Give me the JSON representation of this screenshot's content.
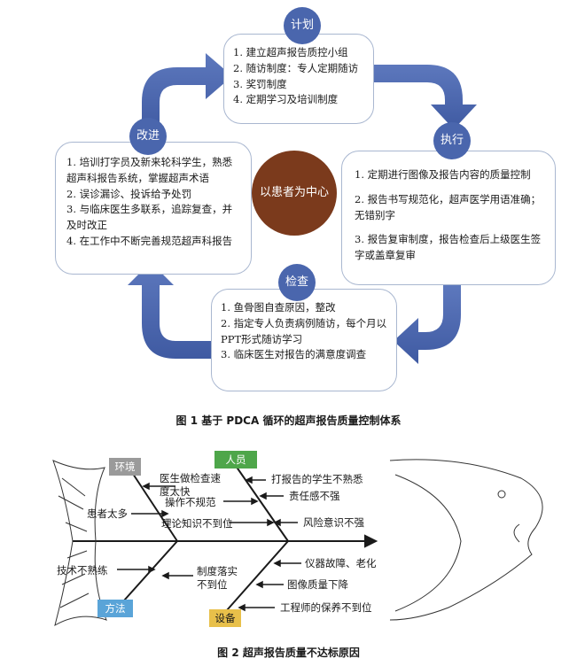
{
  "figure1": {
    "caption": "图 1   基于 PDCA 循环的超声报告质量控制体系",
    "center": "以患者为中心",
    "plan": {
      "tag": "计划",
      "items": [
        "1. 建立超声报告质控小组",
        "2. 随访制度：专人定期随访",
        "3. 奖罚制度",
        "4. 定期学习及培训制度"
      ]
    },
    "do": {
      "tag": "执行",
      "items": [
        "1. 定期进行图像及报告内容的质量控制",
        "2. 报告书写规范化，超声医学用语准确；无错别字",
        "3. 报告复审制度，报告检查后上级医生签字或盖章复审"
      ]
    },
    "check": {
      "tag": "检查",
      "items": [
        "1. 鱼骨图自查原因，整改",
        "2. 指定专人负责病例随访，每个月以PPT形式随访学习",
        "3. 临床医生对报告的满意度调查"
      ]
    },
    "act": {
      "tag": "改进",
      "items": [
        "1. 培训打字员及新来轮科学生，熟悉超声科报告系统，掌握超声术语",
        "2. 误诊漏诊、投诉给予处罚",
        "3. 与临床医生多联系，追踪复查，并及时改正",
        "4. 在工作中不断完善规范超声科报告"
      ]
    },
    "colors": {
      "arrow": "#4a66ad",
      "border": "#a9b7d0",
      "center": "#7b3a1c"
    }
  },
  "figure2": {
    "caption": "图 2   超声报告质量不达标原因",
    "categories": {
      "env": {
        "label": "环境",
        "color": "#9a9a9a"
      },
      "people": {
        "label": "人员",
        "color": "#4ea64a"
      },
      "method": {
        "label": "方法",
        "color": "#5aa4d8"
      },
      "equipment": {
        "label": "设备",
        "color": "#e8c04a"
      }
    },
    "causes": {
      "env_1": "医生做检查速度太快",
      "env_2": "患者太多",
      "people_1": "打报告的学生不熟悉",
      "people_2": "操作不规范",
      "people_3": "责任感不强",
      "people_4": "理论知识不到位",
      "people_5": "风险意识不强",
      "method_1": "技术不熟练",
      "method_2": "制度落实不到位",
      "equip_1": "仪器故障、老化",
      "equip_2": "图像质量下降",
      "equip_3": "工程师的保养不到位"
    }
  }
}
